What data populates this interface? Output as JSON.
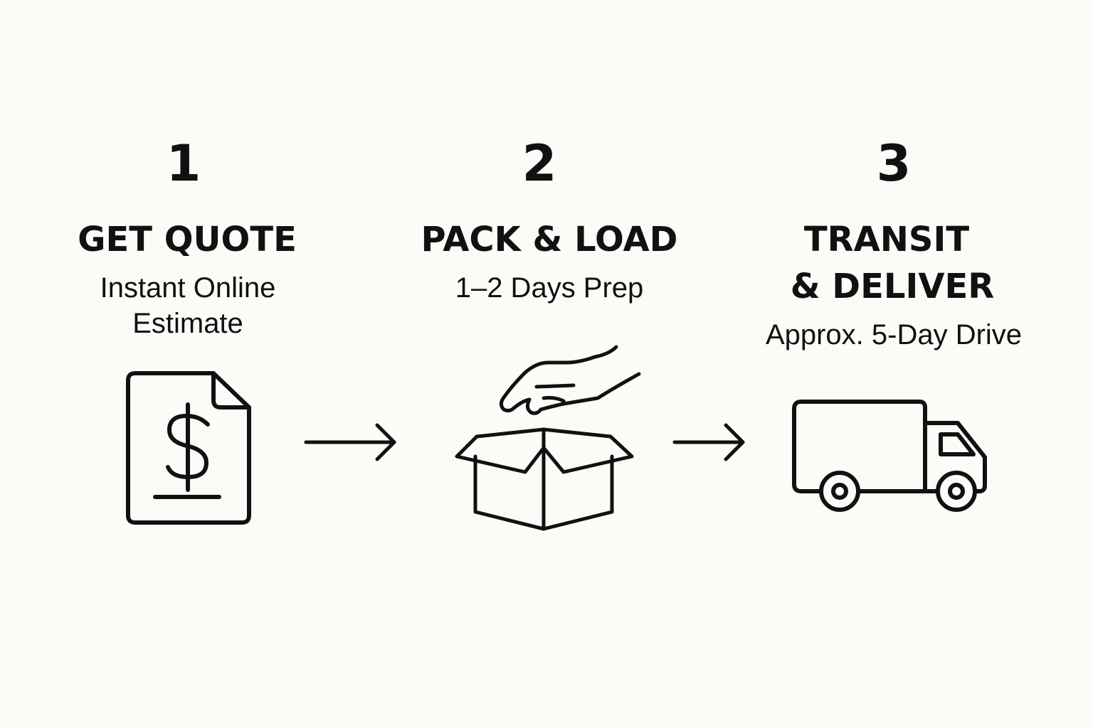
{
  "steps": [
    {
      "number": "1",
      "title": "GET QUOTE",
      "subtitle_line1": "Instant Online",
      "subtitle_line2": "Estimate",
      "icon": "quote-document-dollar-icon"
    },
    {
      "number": "2",
      "title": "PACK & LOAD",
      "subtitle_line1": "1–2 Days Prep",
      "icon": "box-with-hand-icon"
    },
    {
      "number": "3",
      "title_line1": "TRANSIT",
      "title_line2": "& DELIVER",
      "subtitle_line1": "Approx. 5-Day Drive",
      "icon": "delivery-truck-icon"
    }
  ],
  "arrows": [
    {
      "icon": "right-arrow-icon"
    },
    {
      "icon": "right-arrow-icon"
    }
  ],
  "colors": {
    "background": "#fcfbf8",
    "ink": "#111111"
  }
}
